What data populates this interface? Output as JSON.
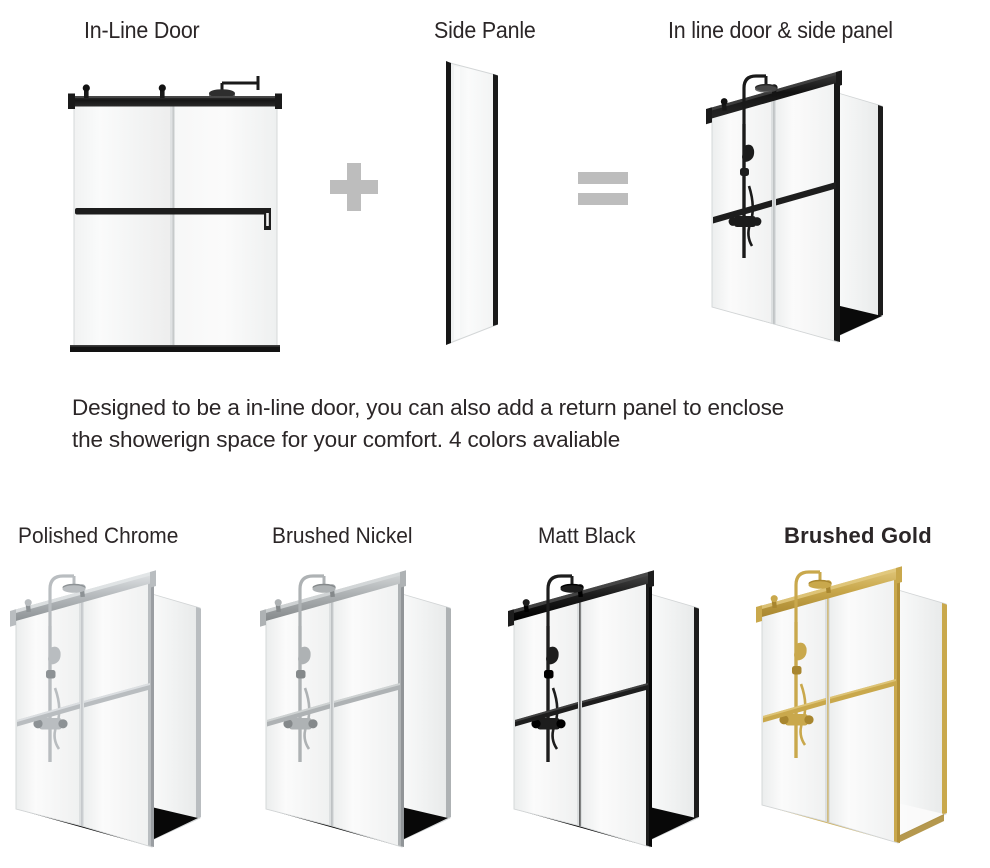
{
  "headings": {
    "inline_door": "In-Line Door",
    "side_panel": "Side Panle",
    "combined": "In line door & side panel"
  },
  "operators": {
    "plus": "+",
    "equals": "="
  },
  "description": {
    "line1": "Designed to be a in-line door, you can also add a return panel to enclose",
    "line2": "the showerign space for your comfort. 4 colors avaliable"
  },
  "finishes": [
    {
      "label": "Polished Chrome",
      "hardware": "#b9bdc0",
      "hardware_dark": "#8d9295",
      "hardware_light": "#e3e6e8",
      "emphasis": false,
      "has_base": true
    },
    {
      "label": "Brushed Nickel",
      "hardware": "#aeb2b4",
      "hardware_dark": "#85898b",
      "hardware_light": "#d6d9da",
      "emphasis": false,
      "has_base": true
    },
    {
      "label": "Matt Black",
      "hardware": "#1d1d1d",
      "hardware_dark": "#000000",
      "hardware_light": "#4a4a4a",
      "emphasis": false,
      "has_base": true
    },
    {
      "label": "Brushed Gold",
      "hardware": "#c9a84c",
      "hardware_dark": "#a8862f",
      "hardware_light": "#e2c97f",
      "emphasis": true,
      "has_base": false
    }
  ],
  "palette": {
    "background": "#ffffff",
    "glass": "#f4f5f5",
    "glass_edge": "#d8dbdc",
    "glass_shade": "#e9ebeb",
    "text": "#2b2627",
    "operator": "#bdbdbd",
    "base_dark": "#0b0b0b",
    "hardware_black": "#1a1a1a"
  },
  "product_count": 4
}
